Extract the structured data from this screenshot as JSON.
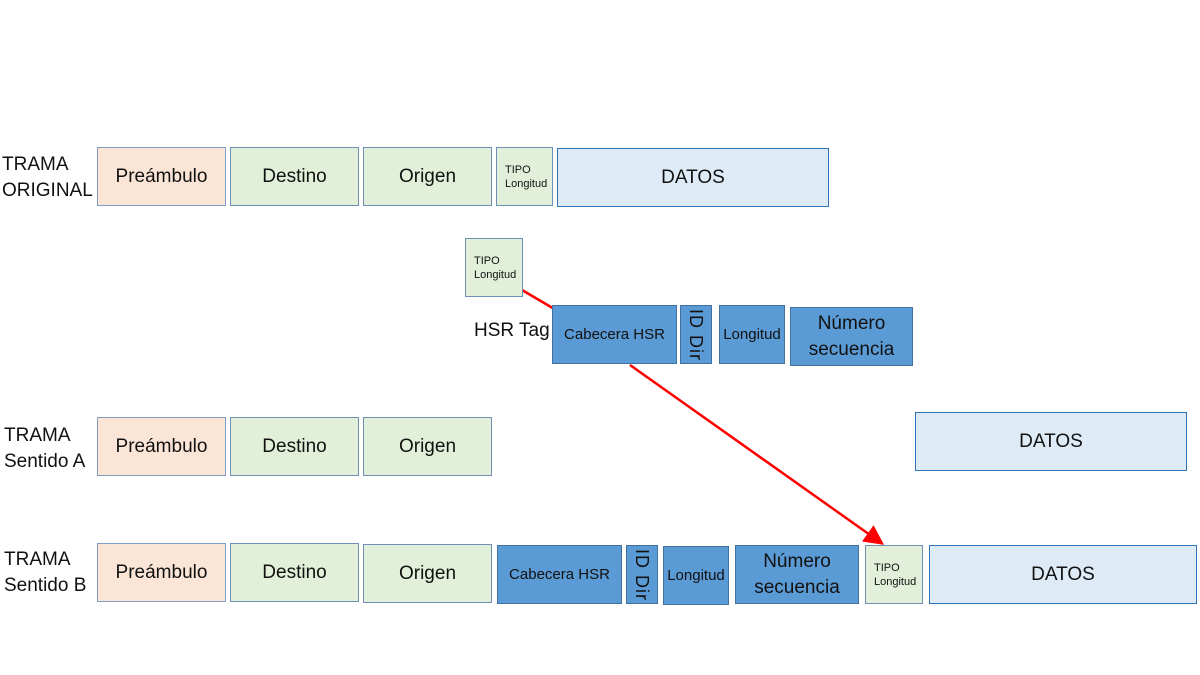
{
  "rows": {
    "original": {
      "label_line1": "TRAMA",
      "label_line2": "ORIGINAL"
    },
    "sentido_a": {
      "label_line1": "TRAMA",
      "label_line2": "Sentido A"
    },
    "sentido_b": {
      "label_line1": "TRAMA",
      "label_line2": "Sentido B"
    }
  },
  "fields": {
    "preambulo": "Preámbulo",
    "destino": "Destino",
    "origen": "Origen",
    "tipo": "TIPO",
    "longitud": "Longitud",
    "datos": "DATOS",
    "cabecera_hsr": "Cabecera HSR",
    "id_dir": "ID Dir",
    "numero": "Número",
    "secuencia": "secuencia"
  },
  "hsr_tag_label": "HSR Tag",
  "colors": {
    "preambulo_fill": "#fbe5d6",
    "address_fill": "#e2f0d9",
    "datos_fill": "#deebf7",
    "hsr_fill": "#5b9bd5",
    "arrow": "#ff0000"
  }
}
